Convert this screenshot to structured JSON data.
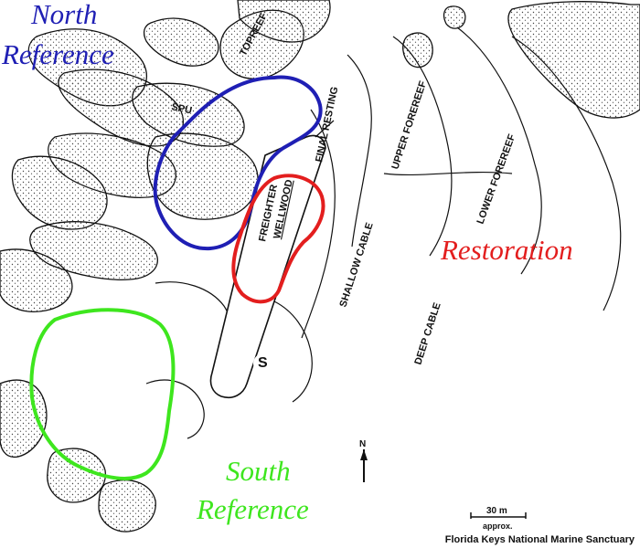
{
  "regions": {
    "north_reference": {
      "line1": "North",
      "line2": "Reference",
      "color": "#1f1fb4"
    },
    "south_reference": {
      "line1": "South",
      "line2": "Reference",
      "color": "#3ee61e"
    },
    "restoration": {
      "label": "Restoration",
      "color": "#e31e1e"
    }
  },
  "map_labels": {
    "topreef": "TOPREEF",
    "spur": "SPU",
    "final_resting": "FINAL RESTING",
    "upper_forereef": "UPPER FOREREEF",
    "lower_forereef": "LOWER FOREREEF",
    "freighter": "FREIGHTER",
    "wellwood": "WELLWOOD",
    "shallow_cable": "SHALLOW CABLE",
    "deep_cable": "DEEP CABLE",
    "site_s": "S",
    "north_arrow": "N"
  },
  "scale_bar": {
    "distance": "30 m",
    "qualifier": "approx."
  },
  "credit": "Florida Keys National Marine Sanctuary",
  "colors": {
    "ink": "#111111",
    "stipple": "#444444"
  }
}
